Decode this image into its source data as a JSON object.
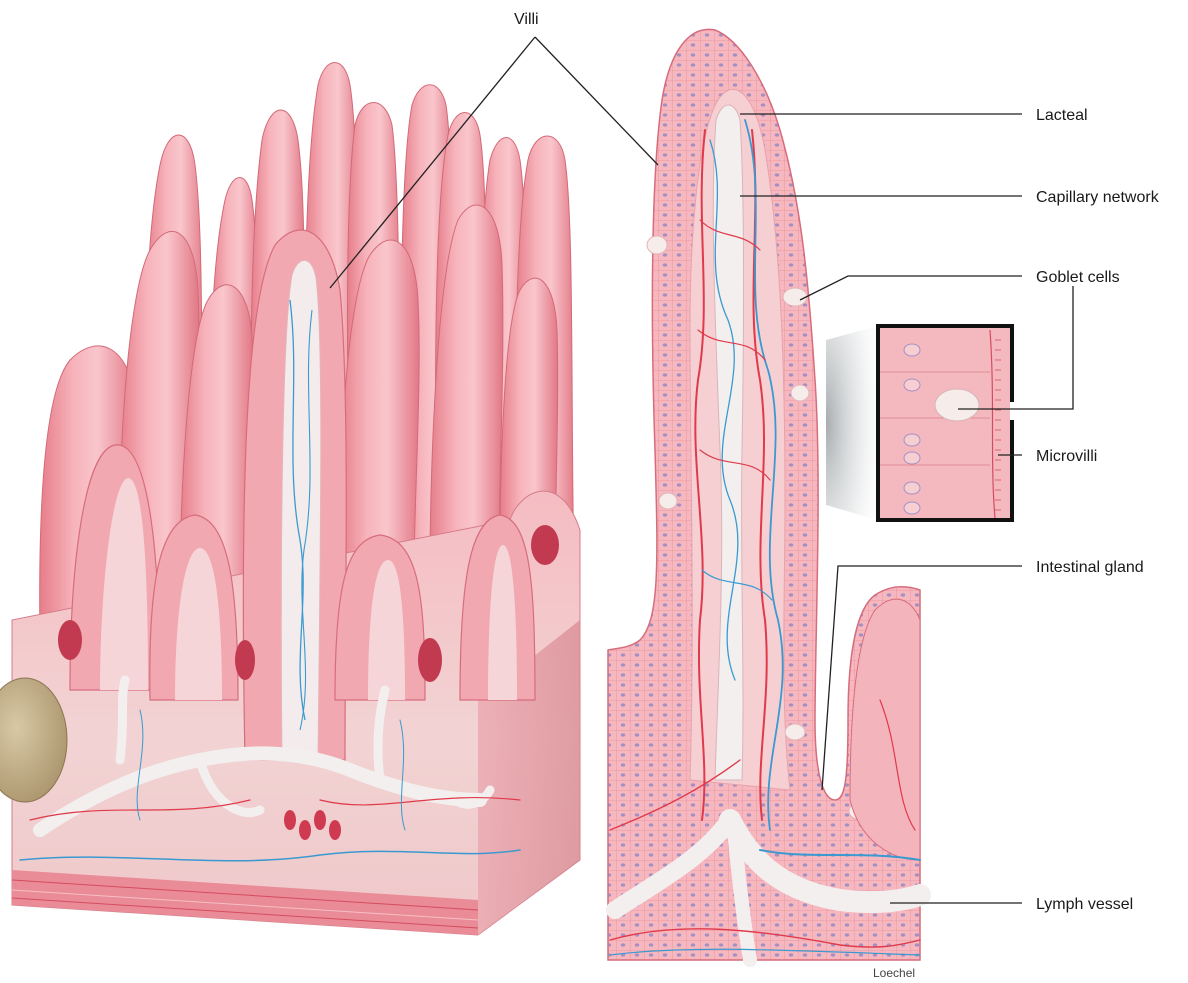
{
  "labels": {
    "villi": "Villi",
    "lacteal": "Lacteal",
    "capillary_network": "Capillary network",
    "goblet_cells": "Goblet cells",
    "microvilli": "Microvilli",
    "intestinal_gland": "Intestinal gland",
    "lymph_vessel": "Lymph vessel"
  },
  "credit": "Loechel",
  "colors": {
    "mucosa": "#f3a2ab",
    "mucosa_light": "#f8c6cc",
    "mucosa_dark": "#d9606f",
    "epithelium": "#f7b9c0",
    "lymph": "#f2eeee",
    "artery": "#e03a4a",
    "vein": "#3a9ad0",
    "nucleus": "#9a8fc9",
    "goblet": "#f6ecea",
    "muscle": "#e56a78",
    "nodule": "#b9a582"
  }
}
